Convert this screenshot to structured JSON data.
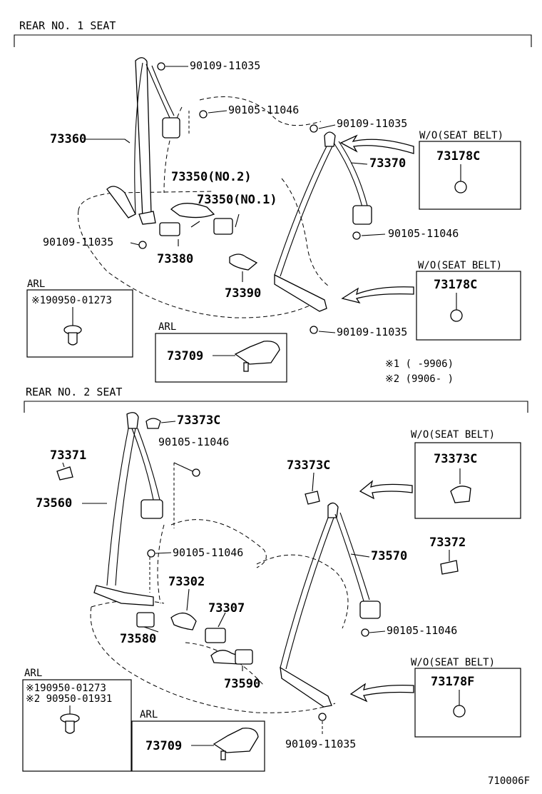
{
  "sections": {
    "rear1_title": "REAR NO. 1  SEAT",
    "rear2_title": "REAR NO. 2  SEAT"
  },
  "rear1": {
    "p_90109_top": "90109-11035",
    "p_90105_a": "90105-11046",
    "p_90109_b": "90109-11035",
    "p_73360": "73360",
    "p_73370": "73370",
    "p_73350_2": "73350(NO.2)",
    "p_73350_1": "73350(NO.1)",
    "p_90109_left": "90109-11035",
    "p_73380": "73380",
    "p_73390": "73390",
    "p_90105_right": "90105-11046",
    "p_90109_bottom": "90109-11035",
    "wo_box1_title": "W/O(SEAT BELT)",
    "wo_box1_part": "73178C",
    "wo_box2_title": "W/O(SEAT BELT)",
    "wo_box2_part": "73178C",
    "arl_left_title": "ARL",
    "arl_left_part": "※190950-01273",
    "arl_mid_title": "ARL",
    "arl_mid_part": "73709",
    "note1": "※1 (       -9906)",
    "note2": "※2 (9906-       )"
  },
  "rear2": {
    "p_73373c_top": "73373C",
    "p_90105_top": "90105-11046",
    "p_73371": "73371",
    "p_73560": "73560",
    "p_73373c_mid": "73373C",
    "p_90105_mid": "90105-11046",
    "p_73570": "73570",
    "p_73372": "73372",
    "p_73302": "73302",
    "p_73307": "73307",
    "p_73580": "73580",
    "p_73590": "73590",
    "p_90105_right": "90105-11046",
    "p_90109_bottom": "90109-11035",
    "wo_box1_title": "W/O(SEAT BELT)",
    "wo_box1_part": "73373C",
    "wo_box2_title": "W/O(SEAT BELT)",
    "wo_box2_part": "73178F",
    "arl_left_title": "ARL",
    "arl_left_part1": "※190950-01273",
    "arl_left_part2": "※2 90950-01931",
    "arl_mid_title": "ARL",
    "arl_mid_part": "73709"
  },
  "footer": {
    "code": "710006F"
  }
}
